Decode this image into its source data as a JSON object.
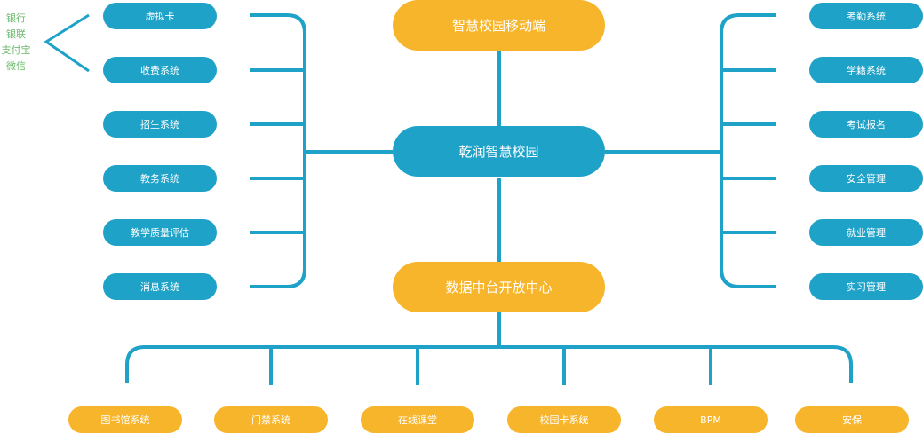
{
  "colors": {
    "blue": "#1fa2c8",
    "yellow": "#f7b52c",
    "green_text": "#6cba6c",
    "line": "#1fa2c8"
  },
  "center": {
    "top": "智慧校园移动端",
    "main": "乾润智慧校园",
    "bottom": "数据中台开放中心"
  },
  "payment_methods": [
    "银行",
    "银联",
    "支付宝",
    "微信"
  ],
  "left_systems": [
    "虚拟卡",
    "收费系统",
    "招生系统",
    "教务系统",
    "教学质量评估",
    "消息系统"
  ],
  "right_systems": [
    "考勤系统",
    "学籍系统",
    "考试报名",
    "安全管理",
    "就业管理",
    "实习管理"
  ],
  "bottom_systems": [
    "图书馆系统",
    "门禁系统",
    "在线课堂",
    "校园卡系统",
    "BPM",
    "安保"
  ]
}
